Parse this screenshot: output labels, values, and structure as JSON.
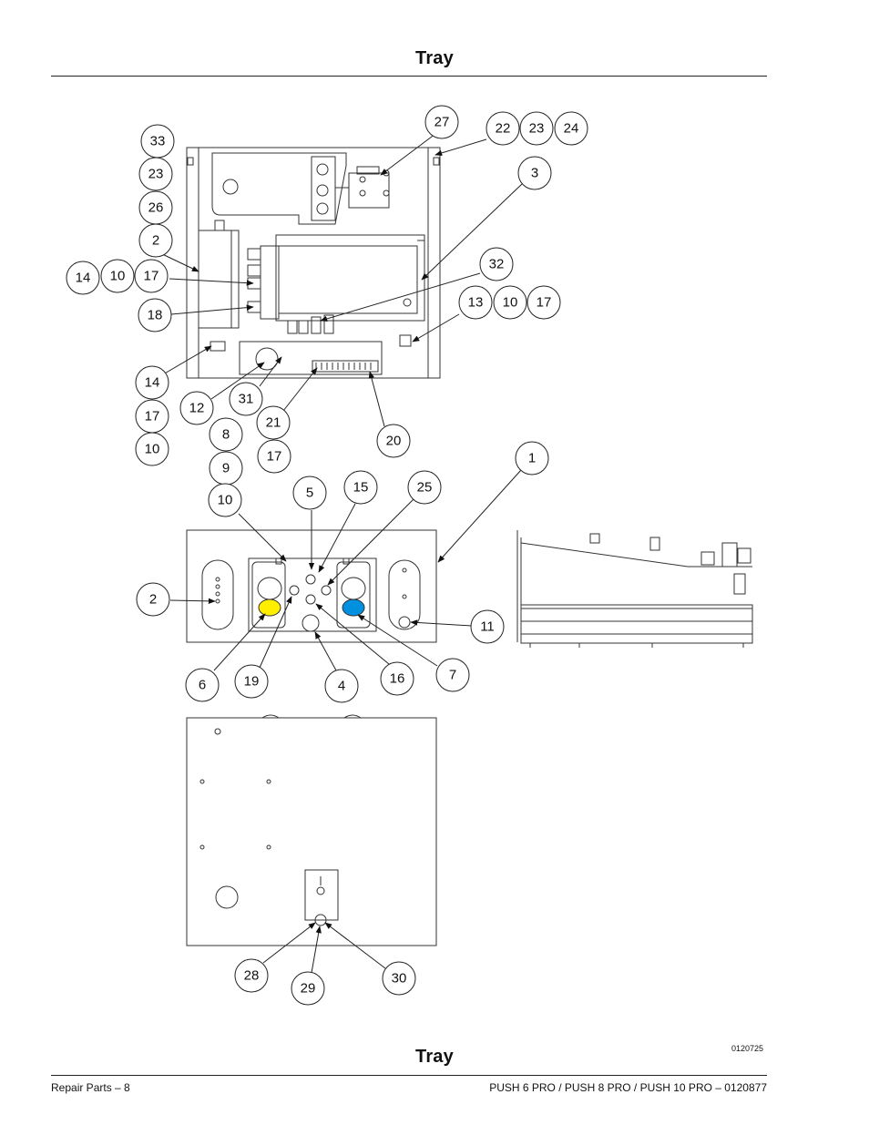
{
  "header": {
    "title": "Tray"
  },
  "figure": {
    "caption": "Tray",
    "drawing_number": "0120725",
    "colors": {
      "yellow_button": "#ffee00",
      "blue_button": "#0090e0"
    }
  },
  "callouts": [
    {
      "id": "c-33",
      "label": "33"
    },
    {
      "id": "c-23a",
      "label": "23"
    },
    {
      "id": "c-26",
      "label": "26"
    },
    {
      "id": "c-2a",
      "label": "2"
    },
    {
      "id": "c-14a",
      "label": "14"
    },
    {
      "id": "c-10a",
      "label": "10"
    },
    {
      "id": "c-17a",
      "label": "17"
    },
    {
      "id": "c-18",
      "label": "18"
    },
    {
      "id": "c-27",
      "label": "27"
    },
    {
      "id": "c-22",
      "label": "22"
    },
    {
      "id": "c-23b",
      "label": "23"
    },
    {
      "id": "c-24",
      "label": "24"
    },
    {
      "id": "c-3",
      "label": "3"
    },
    {
      "id": "c-32",
      "label": "32"
    },
    {
      "id": "c-13",
      "label": "13"
    },
    {
      "id": "c-10b",
      "label": "10"
    },
    {
      "id": "c-17b",
      "label": "17"
    },
    {
      "id": "c-14b",
      "label": "14"
    },
    {
      "id": "c-12",
      "label": "12"
    },
    {
      "id": "c-31",
      "label": "31"
    },
    {
      "id": "c-21",
      "label": "21"
    },
    {
      "id": "c-20",
      "label": "20"
    },
    {
      "id": "c-17c",
      "label": "17"
    },
    {
      "id": "c-8",
      "label": "8"
    },
    {
      "id": "c-10c",
      "label": "10"
    },
    {
      "id": "c-17d",
      "label": "17"
    },
    {
      "id": "c-9",
      "label": "9"
    },
    {
      "id": "c-1",
      "label": "1"
    },
    {
      "id": "c-10d",
      "label": "10"
    },
    {
      "id": "c-5",
      "label": "5"
    },
    {
      "id": "c-15",
      "label": "15"
    },
    {
      "id": "c-25",
      "label": "25"
    },
    {
      "id": "c-2b",
      "label": "2"
    },
    {
      "id": "c-11",
      "label": "11"
    },
    {
      "id": "c-6",
      "label": "6"
    },
    {
      "id": "c-19",
      "label": "19"
    },
    {
      "id": "c-4",
      "label": "4"
    },
    {
      "id": "c-16",
      "label": "16"
    },
    {
      "id": "c-7",
      "label": "7"
    },
    {
      "id": "c-28",
      "label": "28"
    },
    {
      "id": "c-29",
      "label": "29"
    },
    {
      "id": "c-30",
      "label": "30"
    }
  ],
  "footer": {
    "left": "Repair Parts – 8",
    "right": "PUSH 6 PRO / PUSH 8 PRO / PUSH 10 PRO – 0120877"
  }
}
